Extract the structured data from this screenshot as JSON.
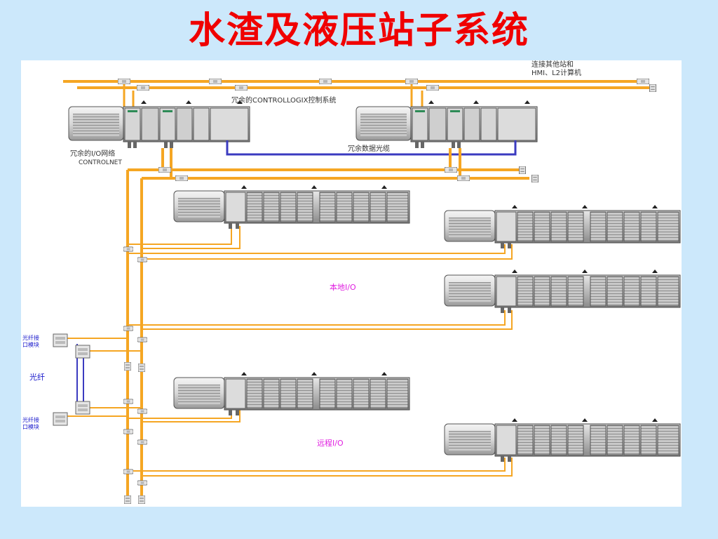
{
  "slide": {
    "title": "水渣及液压站子系统"
  },
  "diagram": {
    "labels": {
      "connect_other_line1": "连接其他站和",
      "connect_other_line2": "HMI、L2计算机",
      "redundant_controllogix": "冗余的CONTROLLOGIX控制系统",
      "redundant_io_net_line1": "冗余的I/O网络",
      "redundant_io_net_line2": "CONTROLNET",
      "redundant_fiber": "冗余数据光缆",
      "local_io": "本地I/O",
      "remote_io": "远程I/O",
      "fiber_module_top_line1": "光纤接",
      "fiber_module_top_line2": "口模块",
      "fiber": "光纤",
      "fiber_module_bottom_line1": "光纤接",
      "fiber_module_bottom_line2": "口模块"
    },
    "colors": {
      "network_cable": "#f5a623",
      "fiber_link": "#3b3bc0",
      "io_label": "#e020e0",
      "fiber_label": "#1a1acc",
      "title": "#f00000"
    }
  }
}
